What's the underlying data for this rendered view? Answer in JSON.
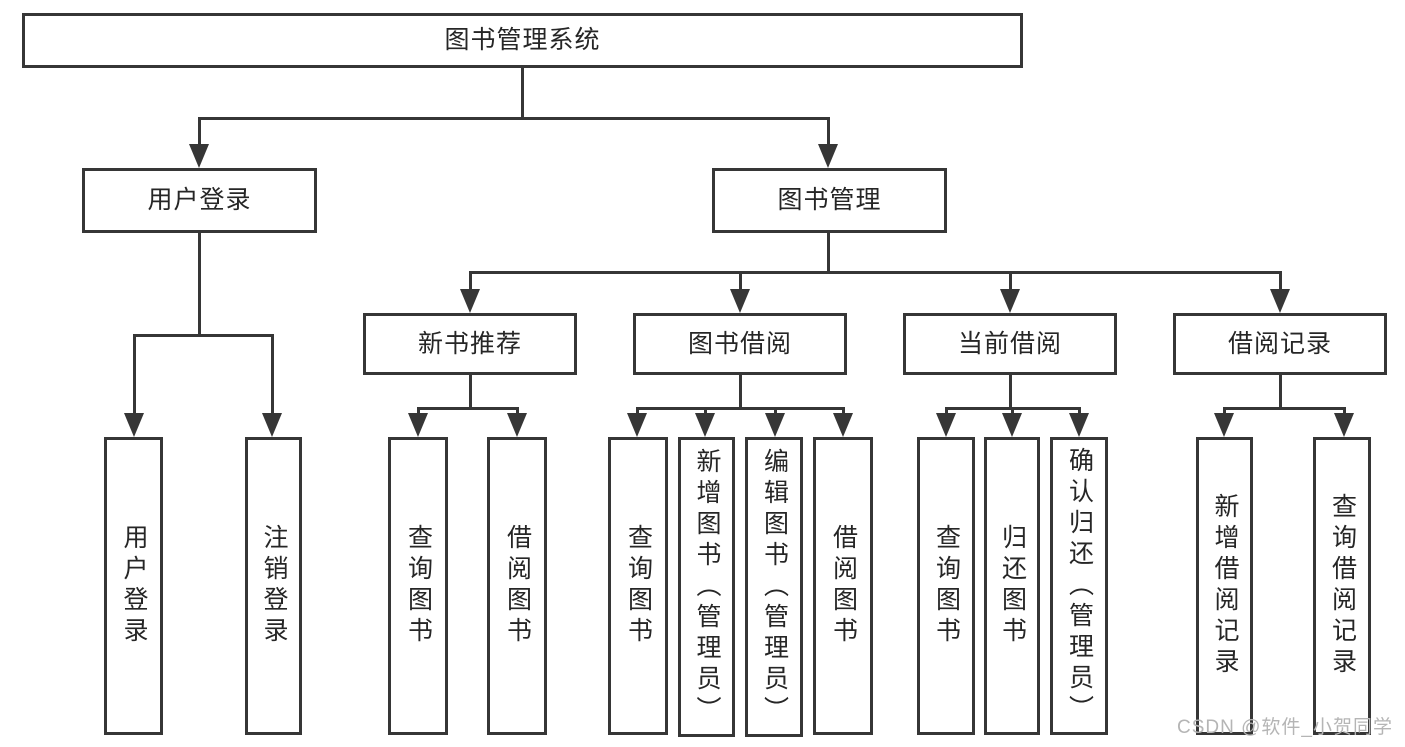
{
  "diagram": {
    "root": "图书管理系统",
    "branches": [
      {
        "label": "用户登录",
        "children": [
          {
            "label": "用户登录"
          },
          {
            "label": "注销登录"
          }
        ]
      },
      {
        "label": "图书管理",
        "children": [
          {
            "label": "新书推荐",
            "children": [
              {
                "label": "查询图书"
              },
              {
                "label": "借阅图书"
              }
            ]
          },
          {
            "label": "图书借阅",
            "children": [
              {
                "label": "查询图书"
              },
              {
                "label": "新增图书（管理员）"
              },
              {
                "label": "编辑图书（管理员）"
              },
              {
                "label": "借阅图书"
              }
            ]
          },
          {
            "label": "当前借阅",
            "children": [
              {
                "label": "查询图书"
              },
              {
                "label": "归还图书"
              },
              {
                "label": "确认归还（管理员）"
              }
            ]
          },
          {
            "label": "借阅记录",
            "children": [
              {
                "label": "新增借阅记录"
              },
              {
                "label": "查询借阅记录"
              }
            ]
          }
        ]
      }
    ]
  },
  "watermark": {
    "text": "CSDN @软件_小贺同学"
  },
  "colors": {
    "line": "#363636",
    "text": "#262626",
    "watermark": "#b5b5b5"
  }
}
